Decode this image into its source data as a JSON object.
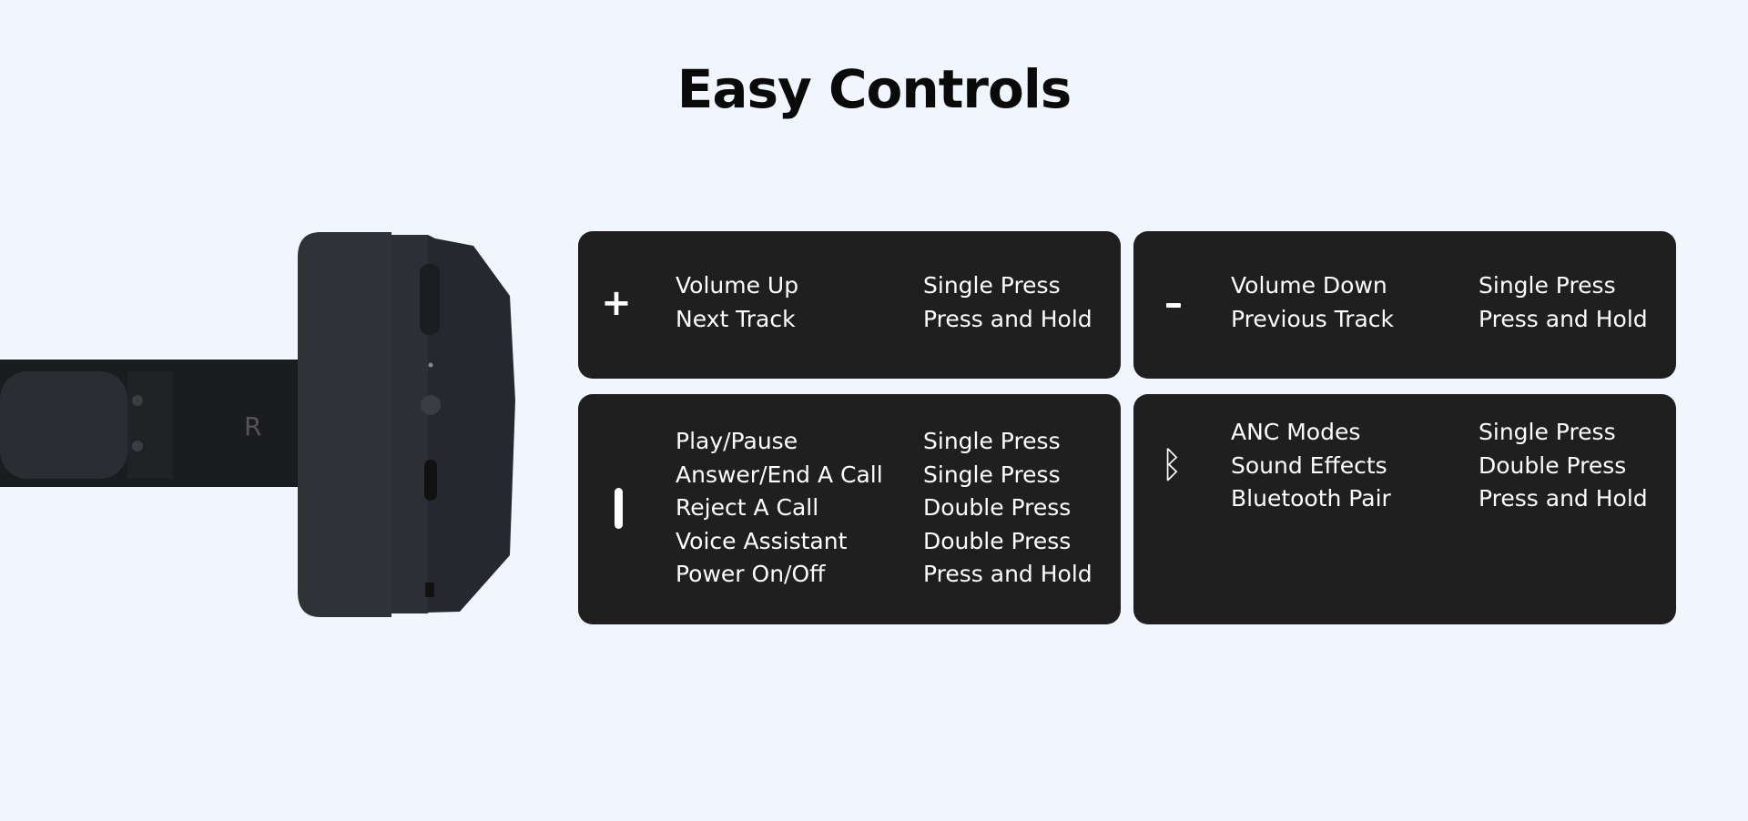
{
  "title": "Easy Controls",
  "cards": [
    {
      "icon": "plus-icon",
      "symbol": "+",
      "rows": [
        {
          "action": "Volume Up",
          "gesture": "Single Press"
        },
        {
          "action": "Next Track",
          "gesture": "Press and Hold"
        }
      ]
    },
    {
      "icon": "minus-icon",
      "rows": [
        {
          "action": "Volume Down",
          "gesture": "Single Press"
        },
        {
          "action": "Previous Track",
          "gesture": "Press and Hold"
        }
      ]
    },
    {
      "icon": "multifunction-button-icon",
      "rows": [
        {
          "action": "Play/Pause",
          "gesture": "Single Press"
        },
        {
          "action": "Answer/End A Call",
          "gesture": "Single Press"
        },
        {
          "action": "Reject A Call",
          "gesture": "Double Press"
        },
        {
          "action": "Voice Assistant",
          "gesture": "Double Press"
        },
        {
          "action": "Power On/Off",
          "gesture": "Press and Hold"
        }
      ]
    },
    {
      "icon": "bluetooth-icon",
      "symbol": "ᛒ",
      "rows": [
        {
          "action": "ANC Modes",
          "gesture": "Single Press"
        },
        {
          "action": "Sound Effects",
          "gesture": "Double Press"
        },
        {
          "action": "Bluetooth Pair",
          "gesture": "Press and Hold"
        }
      ]
    }
  ]
}
